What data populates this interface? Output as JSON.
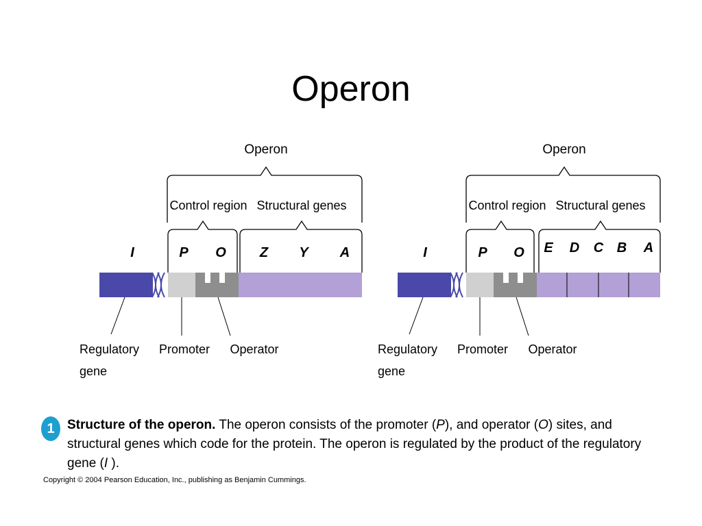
{
  "slide": {
    "title": "Operon",
    "step_number": "1",
    "caption": {
      "bold": "Structure of the operon.",
      "t1": " The operon consists of the promoter (",
      "p": "P",
      "t2": "), and operator (",
      "o": "O",
      "t3": ") sites, and structural genes which code for the protein. The operon is regulated by the product of the regulatory gene (",
      "i": "I",
      "t4": " )."
    },
    "copyright": "Copyright © 2004 Pearson Education, Inc., publishing as Benjamin Cummings."
  },
  "colors": {
    "regulatory_gene": "#4a48a8",
    "promoter": "#d0d0d0",
    "operator": "#8e8e8e",
    "structural_genes": "#b2a0d6",
    "badge": "#1e9fd0"
  },
  "diagrams": [
    {
      "operon_label": "Operon",
      "control_region_label": "Control region",
      "structural_genes_label": "Structural genes",
      "genes": {
        "regulatory": "I",
        "promoter": "P",
        "operator": "O",
        "structural": [
          "Z",
          "Y",
          "A"
        ]
      },
      "callouts": {
        "regulatory_line1": "Regulatory",
        "regulatory_line2": "gene",
        "promoter": "Promoter",
        "operator": "Operator"
      }
    },
    {
      "operon_label": "Operon",
      "control_region_label": "Control region",
      "structural_genes_label": "Structural genes",
      "genes": {
        "regulatory": "I",
        "promoter": "P",
        "operator": "O",
        "structural": [
          "E",
          "D",
          "C",
          "B",
          "A"
        ]
      },
      "callouts": {
        "regulatory_line1": "Regulatory",
        "regulatory_line2": "gene",
        "promoter": "Promoter",
        "operator": "Operator"
      }
    }
  ]
}
